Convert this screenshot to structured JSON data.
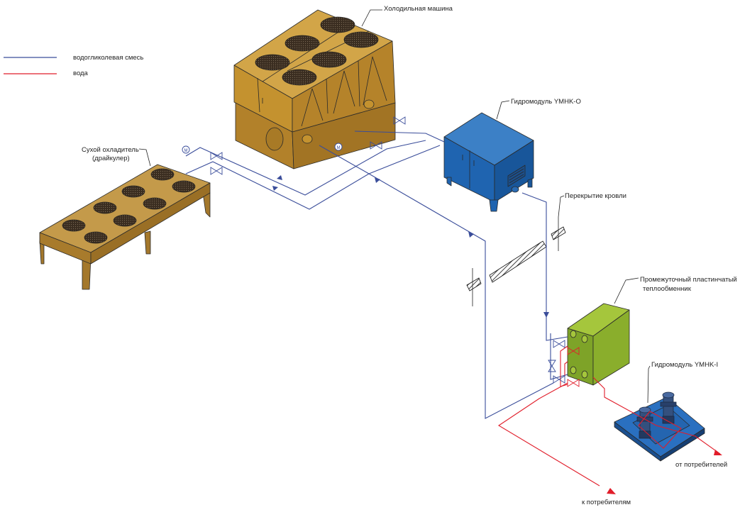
{
  "legend": {
    "items": [
      {
        "label": "водогликолевая смесь",
        "color": "#3a4d9a"
      },
      {
        "label": "вода",
        "color": "#e11d2a"
      }
    ]
  },
  "labels": {
    "chiller": "Холодильная машина",
    "hydromodule_o": "Гидромодуль  YMHK-O",
    "dry_cooler_line1": "Сухой охладитель",
    "dry_cooler_line2": "(драйкулер)",
    "roof": "Перекрытие кровли",
    "heat_exchanger_line1": "Промежуточный пластинчатый",
    "heat_exchanger_line2": "теплообменник",
    "hydromodule_i": "Гидромодуль  YMHK-I",
    "from_consumers": "от потребителей",
    "to_consumers": "к потребителям"
  },
  "colors": {
    "chiller_body": "#c08f2e",
    "dry_cooler_body": "#b98a35",
    "hydromodule_o_body": "#1f64b0",
    "heat_exchanger_body": "#8aae2c",
    "hydromodule_i_frame": "#1e5fae",
    "pump": "#2d4a7a"
  }
}
